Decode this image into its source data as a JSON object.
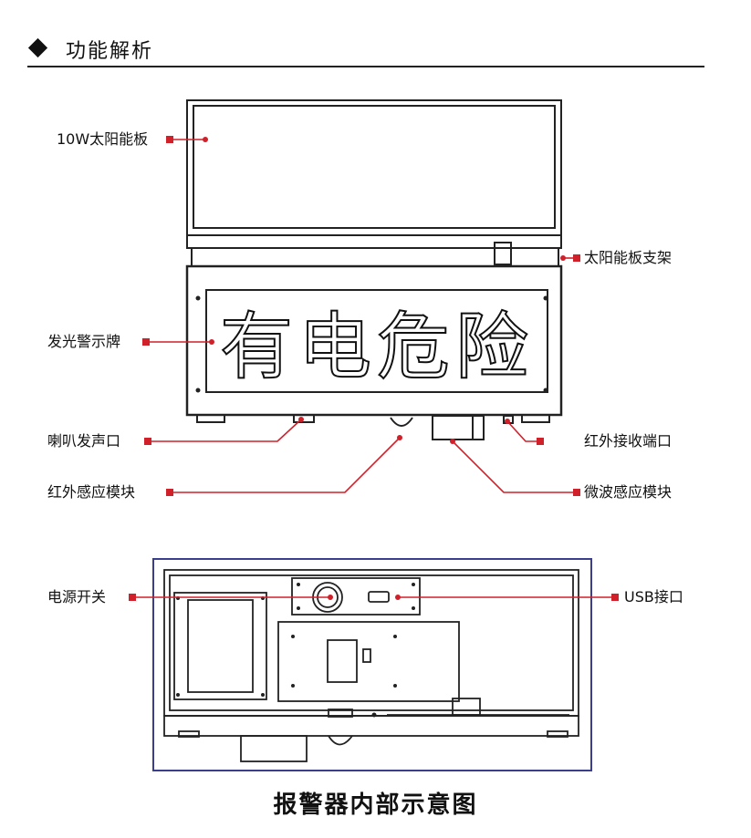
{
  "header": {
    "title": "功能解析"
  },
  "callouts": {
    "solar_panel": "10W太阳能板",
    "solar_bracket": "太阳能板支架",
    "light_sign": "发光警示牌",
    "speaker": "喇叭发声口",
    "ir_port": "红外接收端口",
    "ir_sensor": "红外感应模块",
    "microwave": "微波感应模块",
    "power_switch": "电源开关",
    "usb": "USB接口"
  },
  "sign": {
    "text": "有电危险"
  },
  "caption": "报警器内部示意图",
  "colors": {
    "callout_red": "#d0202a",
    "frame_blue": "#3a3e8c",
    "outline": "#222222"
  }
}
